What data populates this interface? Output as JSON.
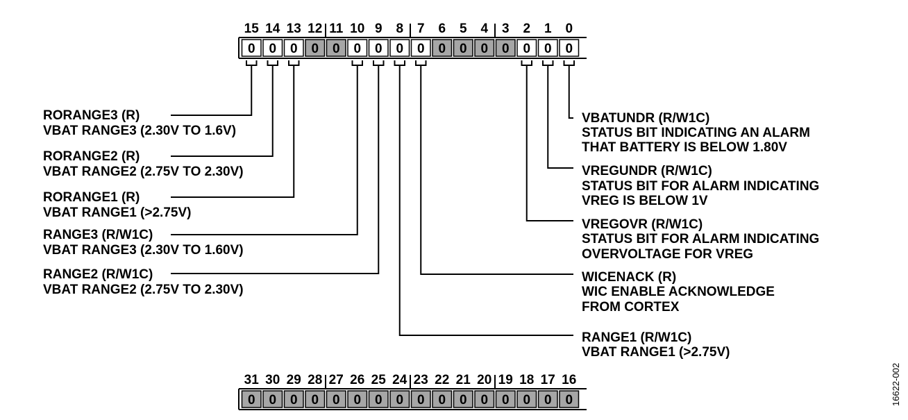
{
  "colors": {
    "reserved_fill": "#a6a6a6",
    "line": "#000000",
    "cell_fill": "#ffffff"
  },
  "register_low": {
    "bit_numbers": [
      "15",
      "14",
      "13",
      "12",
      "11",
      "10",
      "9",
      "8",
      "7",
      "6",
      "5",
      "4",
      "3",
      "2",
      "1",
      "0"
    ],
    "values": [
      "0",
      "0",
      "0",
      "0",
      "0",
      "0",
      "0",
      "0",
      "0",
      "0",
      "0",
      "0",
      "0",
      "0",
      "0",
      "0"
    ],
    "reserved_bits": [
      12,
      11,
      6,
      5,
      4,
      3
    ]
  },
  "register_high": {
    "bit_numbers": [
      "31",
      "30",
      "29",
      "28",
      "27",
      "26",
      "25",
      "24",
      "23",
      "22",
      "21",
      "20",
      "19",
      "18",
      "17",
      "16"
    ],
    "values": [
      "0",
      "0",
      "0",
      "0",
      "0",
      "0",
      "0",
      "0",
      "0",
      "0",
      "0",
      "0",
      "0",
      "0",
      "0",
      "0"
    ],
    "reserved_bits": [
      31,
      30,
      29,
      28,
      27,
      26,
      25,
      24,
      23,
      22,
      21,
      20,
      19,
      18,
      17,
      16
    ]
  },
  "left_fields": [
    {
      "bit": 15,
      "lines": [
        "RORANGE3 (R)",
        "VBAT RANGE3 (2.30V TO 1.6V)"
      ]
    },
    {
      "bit": 14,
      "lines": [
        "RORANGE2 (R)",
        "VBAT RANGE2 (2.75V TO 2.30V)"
      ]
    },
    {
      "bit": 13,
      "lines": [
        "RORANGE1 (R)",
        "VBAT RANGE1 (>2.75V)"
      ]
    },
    {
      "bit": 10,
      "lines": [
        "RANGE3 (R/W1C)",
        "VBAT RANGE3 (2.30V TO 1.60V)"
      ]
    },
    {
      "bit": 9,
      "lines": [
        "RANGE2 (R/W1C)",
        "VBAT RANGE2 (2.75V TO 2.30V)"
      ]
    }
  ],
  "right_fields": [
    {
      "bit": 0,
      "lines": [
        "VBATUNDR (R/W1C)",
        "STATUS BIT INDICATING AN ALARM",
        "THAT BATTERY IS BELOW 1.80V"
      ]
    },
    {
      "bit": 1,
      "lines": [
        "VREGUNDR (R/W1C)",
        "STATUS BIT FOR ALARM INDICATING",
        "VREG IS BELOW 1V"
      ]
    },
    {
      "bit": 2,
      "lines": [
        "VREGOVR (R/W1C)",
        "STATUS BIT FOR ALARM INDICATING",
        "OVERVOLTAGE FOR VREG"
      ]
    },
    {
      "bit": 7,
      "lines": [
        "WICENACK (R)",
        "WIC ENABLE ACKNOWLEDGE",
        "FROM CORTEX"
      ]
    },
    {
      "bit": 8,
      "lines": [
        "RANGE1 (R/W1C)",
        "VBAT RANGE1 (>2.75V)"
      ]
    }
  ],
  "figure_id": "16622-002"
}
